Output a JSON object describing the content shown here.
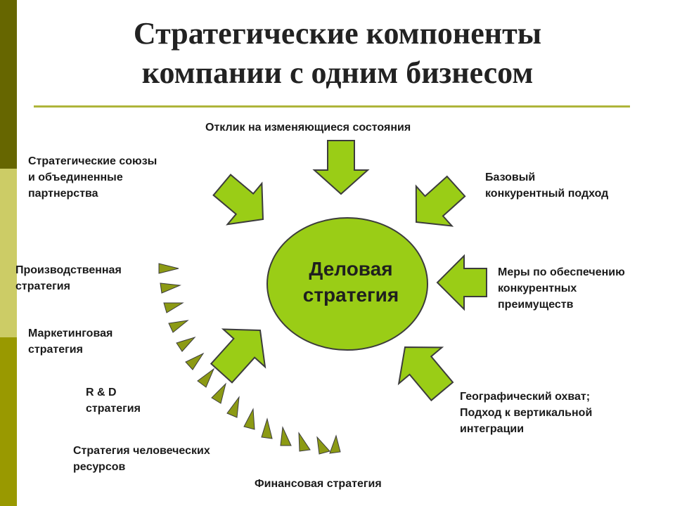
{
  "title": {
    "line1": "Стратегические компоненты",
    "line2": "компании с одним бизнесом"
  },
  "center": {
    "line1": "Деловая",
    "line2": "стратегия"
  },
  "labels": {
    "response": [
      "Отклик на изменяющиеся состояния"
    ],
    "alliances": [
      "Стратегические союзы",
      "и объединенные",
      "партнерства"
    ],
    "base_approach": [
      "Базовый",
      "конкурентный подход"
    ],
    "competitive_measures": [
      "Меры по обеспечению",
      "конкурентных",
      "преимуществ"
    ],
    "geographic": [
      "Географический охват;",
      "Подход к вертикальной",
      "интеграции"
    ],
    "production": [
      "Производственная",
      "стратегия"
    ],
    "marketing": [
      "Маркетинговая",
      "стратегия"
    ],
    "rnd": [
      "R & D",
      "стратегия"
    ],
    "hr": [
      "Стратегия человеческих",
      "ресурсов"
    ],
    "finance": [
      "Финансовая стратегия"
    ]
  },
  "colors": {
    "arrow_fill": "#9acd16",
    "arrow_stroke": "#3c3c3c",
    "ellipse_fill": "#9acd16",
    "small_arrow_fill": "#8c9a14",
    "rule": "#aeb43a",
    "sidebar_top": "#666600",
    "sidebar_mid": "#cccc66",
    "sidebar_bottom": "#999900"
  }
}
